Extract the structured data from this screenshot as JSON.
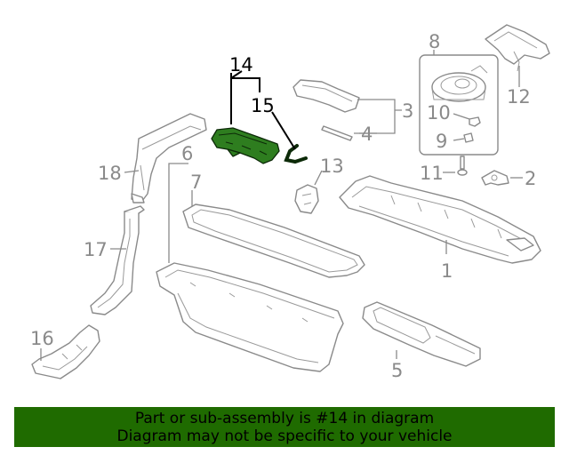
{
  "callouts": {
    "c1": "1",
    "c2": "2",
    "c3": "3",
    "c4": "4",
    "c5": "5",
    "c6": "6",
    "c7": "7",
    "c8": "8",
    "c9": "9",
    "c10": "10",
    "c11": "11",
    "c12": "12",
    "c13": "13",
    "c14": "14",
    "c15": "15",
    "c16": "16",
    "c17": "17",
    "c18": "18"
  },
  "highlighted_part": "14",
  "banner": {
    "line1": "Part or sub-assembly is #14 in diagram",
    "line2": "Diagram may not be specific to your vehicle"
  },
  "colors": {
    "highlight": "#2e7d1f",
    "banner_bg": "#1f6b00",
    "linework": "#8a8a8a"
  }
}
